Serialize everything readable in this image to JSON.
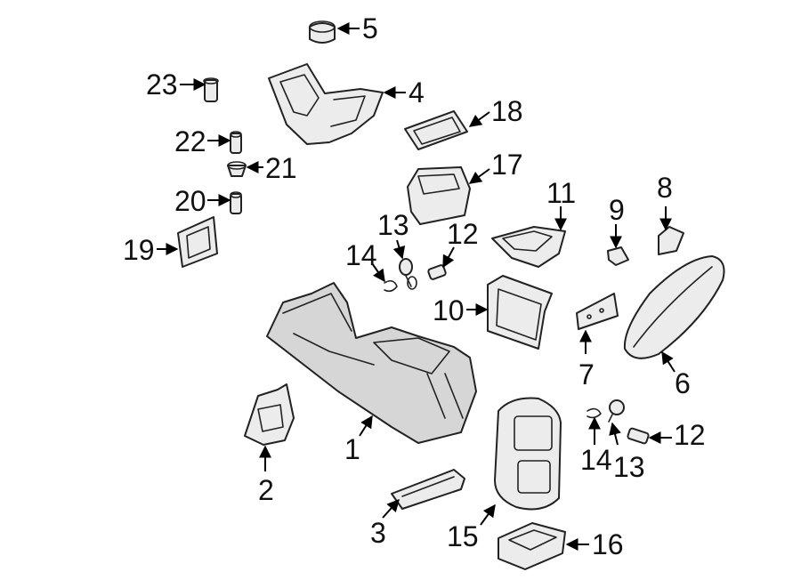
{
  "diagram": {
    "type": "exploded-parts-diagram",
    "labels": [
      {
        "id": "1",
        "text": "1"
      },
      {
        "id": "2",
        "text": "2"
      },
      {
        "id": "3",
        "text": "3"
      },
      {
        "id": "4",
        "text": "4"
      },
      {
        "id": "5",
        "text": "5"
      },
      {
        "id": "6",
        "text": "6"
      },
      {
        "id": "7",
        "text": "7"
      },
      {
        "id": "8",
        "text": "8"
      },
      {
        "id": "9",
        "text": "9"
      },
      {
        "id": "10",
        "text": "10"
      },
      {
        "id": "11",
        "text": "11"
      },
      {
        "id": "12a",
        "text": "12"
      },
      {
        "id": "12b",
        "text": "12"
      },
      {
        "id": "13a",
        "text": "13"
      },
      {
        "id": "13b",
        "text": "13"
      },
      {
        "id": "14a",
        "text": "14"
      },
      {
        "id": "14b",
        "text": "14"
      },
      {
        "id": "15",
        "text": "15"
      },
      {
        "id": "16",
        "text": "16"
      },
      {
        "id": "17",
        "text": "17"
      },
      {
        "id": "18",
        "text": "18"
      },
      {
        "id": "19",
        "text": "19"
      },
      {
        "id": "20",
        "text": "20"
      },
      {
        "id": "21",
        "text": "21"
      },
      {
        "id": "22",
        "text": "22"
      },
      {
        "id": "23",
        "text": "23"
      }
    ]
  }
}
